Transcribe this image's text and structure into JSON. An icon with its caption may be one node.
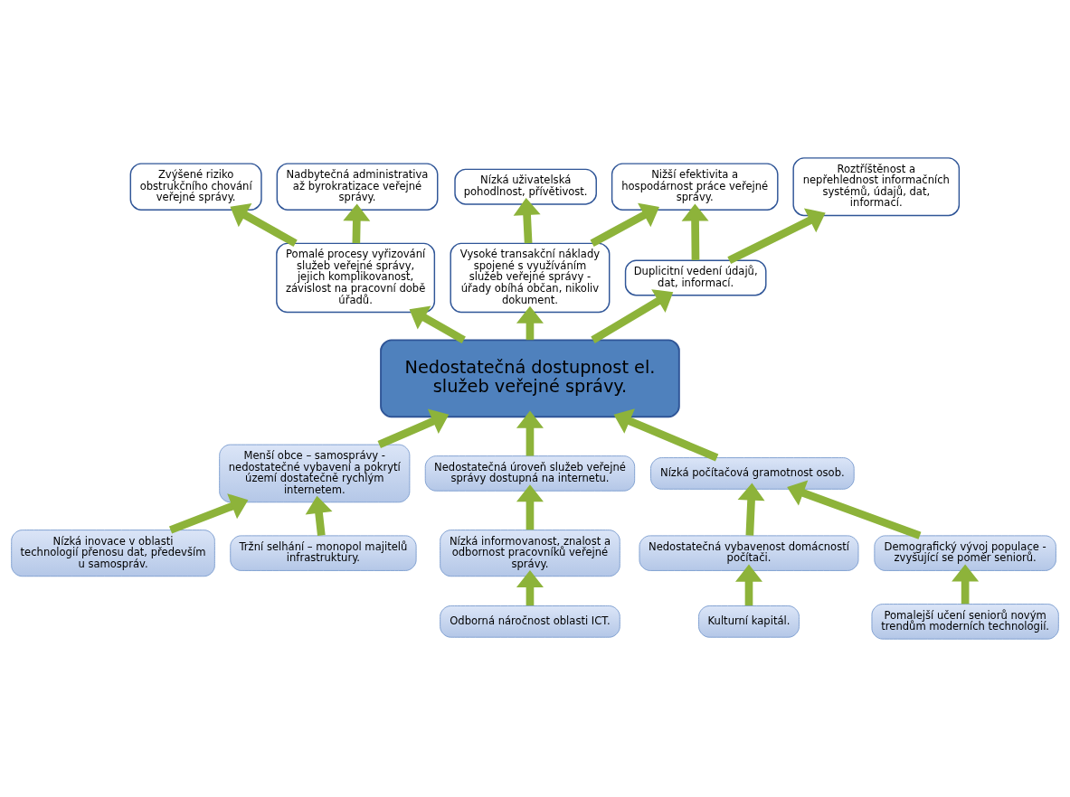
{
  "diagram": {
    "nodes": [
      {
        "text": [
          "Nedostatečná dostupnost el. služeb veřejné správy."
        ]
      },
      {
        "text": [
          "Pomalé procesy vyřizování služeb veřejné správy, jejich komplikovanost, závislost na pracovní době úřadů."
        ]
      },
      {
        "text": [
          "Vysoké transakční náklady spojené s využíváním služeb veřejné správy - úřady obíhá občan, nikoliv dokument."
        ]
      },
      {
        "text": [
          "Duplicitní vedení údajů, dat, informací."
        ]
      },
      {
        "text": [
          "Zvýšené riziko obstrukčního chování veřejné správy."
        ]
      },
      {
        "text": [
          "Nadbytečná administrativa až byrokratizace veřejné správy."
        ]
      },
      {
        "text": [
          "Nízká uživatelská pohodlnost, přívětivost."
        ]
      },
      {
        "text": [
          "Nižší efektivita a hospodárnost práce veřejné správy."
        ]
      },
      {
        "text": [
          "Roztříštěnost a nepřehlednost informačních systémů, údajů, dat, informací."
        ]
      },
      {
        "text": [
          "Menší obce – samosprávy - nedostatečné vybavení a pokrytí území dostatečně rychlým internetem."
        ]
      },
      {
        "text": [
          "Nedostatečná úroveň služeb veřejné správy dostupná na internetu."
        ]
      },
      {
        "text": [
          "Nízká počítačová gramotnost osob."
        ]
      },
      {
        "text": [
          "Nízká inovace v oblasti technologií přenosu dat, především u samospráv."
        ]
      },
      {
        "text": [
          "Tržní selhání – monopol majitelů infrastruktury."
        ]
      },
      {
        "text": [
          "Nízká informovanost, znalost a odbornost pracovníků veřejné správy."
        ]
      },
      {
        "text": [
          "Nedostatečná vybavenost domácností počítači."
        ]
      },
      {
        "text": [
          "Demografický vývoj populace - zvyšující se poměr seniorů."
        ]
      },
      {
        "text": [
          "Odborná náročnost oblasti ICT."
        ]
      },
      {
        "text": [
          "Kulturní kapitál."
        ]
      },
      {
        "text": [
          "Pomalejší učení seniorů novým trendům moderních technologií."
        ]
      }
    ],
    "edges": [
      {
        "from": 0,
        "to": 1,
        "arrow": "to"
      },
      {
        "from": 0,
        "to": 2,
        "arrow": "to"
      },
      {
        "from": 0,
        "to": 3,
        "arrow": "to"
      },
      {
        "from": 1,
        "to": 4,
        "arrow": "to"
      },
      {
        "from": 1,
        "to": 5,
        "arrow": "to"
      },
      {
        "from": 2,
        "to": 6,
        "arrow": "to"
      },
      {
        "from": 2,
        "to": 7,
        "arrow": "to"
      },
      {
        "from": 3,
        "to": 7,
        "arrow": "to"
      },
      {
        "from": 3,
        "to": 8,
        "arrow": "to"
      },
      {
        "from": 9,
        "to": 0,
        "arrow": "to"
      },
      {
        "from": 10,
        "to": 0,
        "arrow": "to"
      },
      {
        "from": 11,
        "to": 0,
        "arrow": "to"
      },
      {
        "from": 12,
        "to": 9,
        "arrow": "to"
      },
      {
        "from": 13,
        "to": 9,
        "arrow": "to"
      },
      {
        "from": 14,
        "to": 10,
        "arrow": "to"
      },
      {
        "from": 15,
        "to": 11,
        "arrow": "to"
      },
      {
        "from": 16,
        "to": 11,
        "arrow": "to"
      },
      {
        "from": 17,
        "to": 14,
        "arrow": "to"
      },
      {
        "from": 18,
        "to": 15,
        "arrow": "to"
      },
      {
        "from": 19,
        "to": 16,
        "arrow": "to"
      }
    ]
  }
}
